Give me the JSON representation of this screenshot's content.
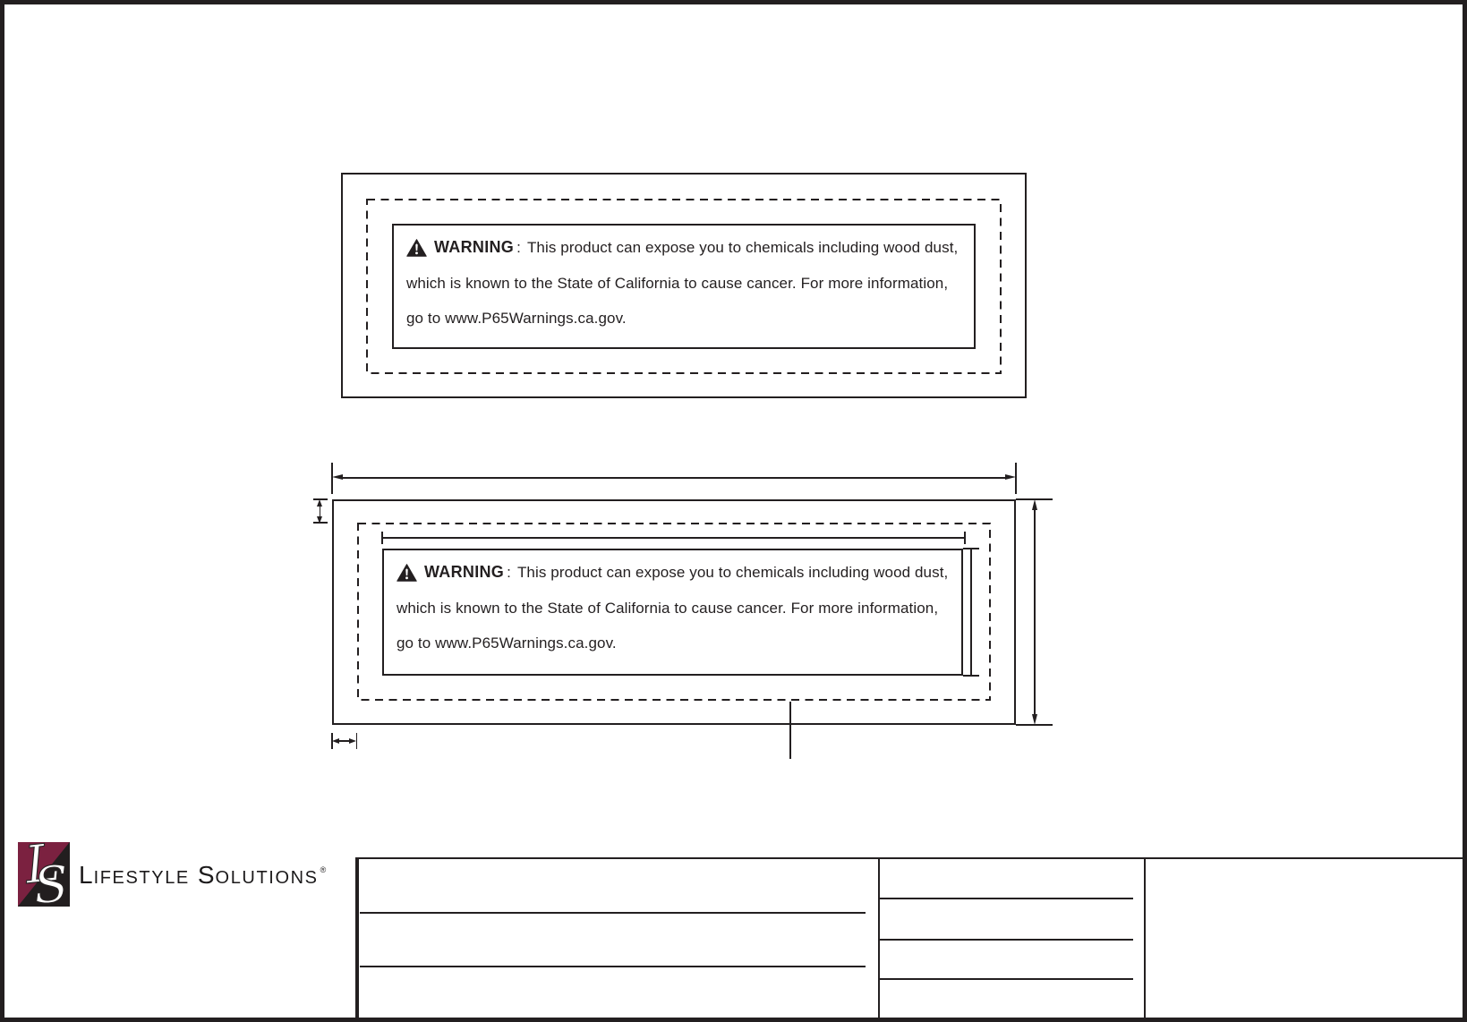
{
  "warning_label": {
    "icon": "warning-triangle",
    "heading": "WARNING",
    "colon": ":",
    "line1": "This product can expose you to chemicals including wood dust,",
    "line2": "which is known to the State of California to cause cancer. For more information,",
    "line3": "go to www.P65Warnings.ca.gov."
  },
  "logo": {
    "monogram_l": "L",
    "monogram_s": "S",
    "word1_initial": "L",
    "word1_rest": "IFESTYLE",
    "word2_initial": "S",
    "word2_rest": "OLUTIONS",
    "registered_mark": "®",
    "square_color_top_left": "#7b2140",
    "square_color_bottom_right": "#221e1f"
  },
  "colors": {
    "ink": "#231f20",
    "background": "#ffffff"
  }
}
